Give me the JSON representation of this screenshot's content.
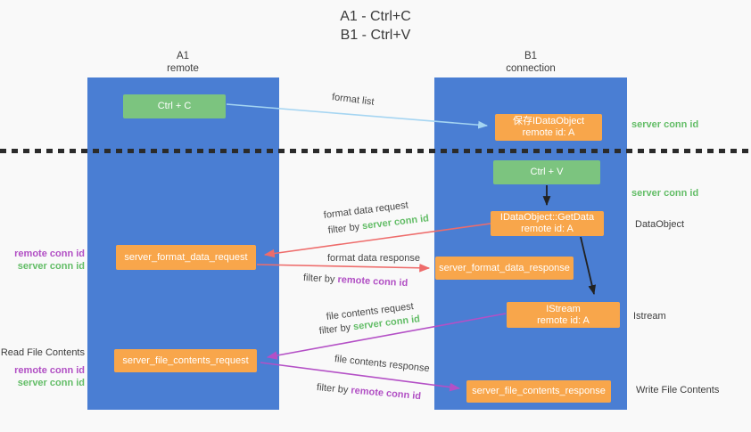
{
  "title": {
    "line1": "A1 - Ctrl+C",
    "line2": "B1 - Ctrl+V"
  },
  "lanes": {
    "left": {
      "title": "A1",
      "subtitle": "remote"
    },
    "right": {
      "title": "B1",
      "subtitle": "connection"
    }
  },
  "boxes": {
    "ctrl_c": {
      "label": "Ctrl + C"
    },
    "ctrl_v": {
      "label": "Ctrl + V"
    },
    "save_idataobject": {
      "line1": "保存IDataObject",
      "line2": "remote id: A"
    },
    "getdata": {
      "line1": "IDataObject::GetData",
      "line2": "remote id: A"
    },
    "istream": {
      "line1": "IStream",
      "line2": "remote id: A"
    },
    "format_request": {
      "label": "server_format_data_request"
    },
    "format_response": {
      "label": "server_format_data_response"
    },
    "file_request": {
      "label": "server_file_contents_request"
    },
    "file_response": {
      "label": "server_file_contents_response"
    }
  },
  "side_labels": {
    "right_server_conn_id_1": "server conn id",
    "right_server_conn_id_2": "server conn id",
    "dataobject": "DataObject",
    "istream": "Istream",
    "write_file_contents": "Write File Contents",
    "read_file_contents": "Read File Contents",
    "left_remote_conn_id_1": "remote conn id",
    "left_server_conn_id_1": "server conn id",
    "left_remote_conn_id_2": "remote conn id",
    "left_server_conn_id_2": "server conn id"
  },
  "arrow_labels": {
    "format_list": "format list",
    "format_data_request": "format data request",
    "format_data_response": "format data response",
    "file_contents_request": "file contents request",
    "file_contents_response": "file contents response"
  },
  "filters": [
    {
      "prefix": "filter by ",
      "term": "server conn id"
    },
    {
      "prefix": "filter by ",
      "term": "remote conn id"
    },
    {
      "prefix": "filter by ",
      "term": "server conn id"
    },
    {
      "prefix": "filter by ",
      "term": "remote conn id"
    }
  ],
  "colors": {
    "lifeline_blue": "#4a7ed3",
    "box_green": "#7cc47f",
    "box_orange": "#f8a64b",
    "arrow_blue": "#a5d5f2",
    "arrow_red": "#ee6c6b",
    "arrow_purple": "#b450c6",
    "arrow_black": "#222222",
    "conn_green": "#63bd67",
    "conn_purple": "#b14fc4"
  }
}
